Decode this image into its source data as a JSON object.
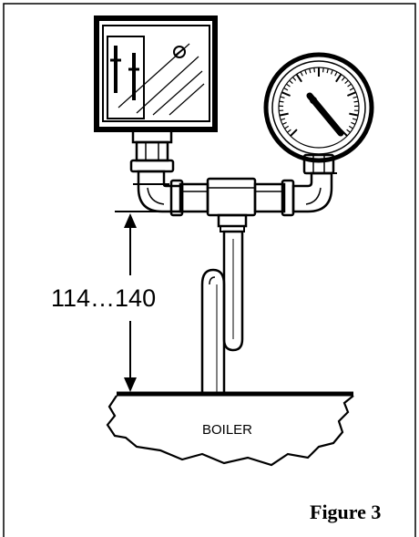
{
  "dimension_label": "114…140",
  "boiler_label": "BOILER",
  "figure_label": "Figure 3",
  "colors": {
    "ink": "#000000",
    "background": "#ffffff"
  },
  "components": {
    "pressure_switch": "pressure-switch-box",
    "pressure_gauge": "pressure-gauge-dial",
    "siphon_loop": "siphon-pigtail-pipe",
    "boiler": "boiler-shell"
  },
  "gauge": {
    "needle_fraction_of_dial": 0.62
  }
}
